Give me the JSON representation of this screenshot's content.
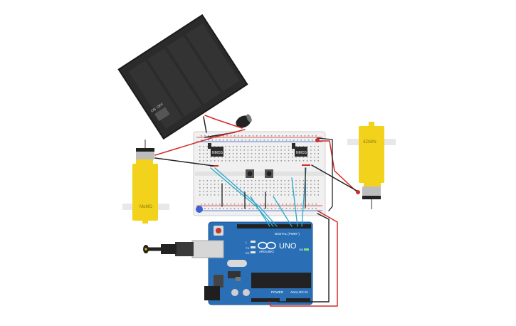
{
  "circuit": {
    "battery_pack": {
      "switch_on_label": "ON",
      "switch_off_label": "OFF"
    },
    "transistor_left_label": "NMOS",
    "transistor_right_label": "NMOS",
    "motor_left_label": "MoMO",
    "motor_right_label": "3ZIWN",
    "arduino": {
      "brand_label": "ARDUINO",
      "model_label": "UNO",
      "digital_header_label": "DIGITAL (PWM~)",
      "power_header_label": "POWER",
      "analog_header_label": "ANALOG IN",
      "tx_label": "TX",
      "rx_label": "RX",
      "l_label": "L",
      "on_label": "ON"
    },
    "colors": {
      "wire_red": "#d42a2a",
      "wire_black": "#222222",
      "wire_blue": "#2aa7c9",
      "arduino_board": "#2a6fb5",
      "motor_yellow": "#f2d21b",
      "breadboard": "#efefef",
      "battery": "#2b2b2b"
    }
  }
}
